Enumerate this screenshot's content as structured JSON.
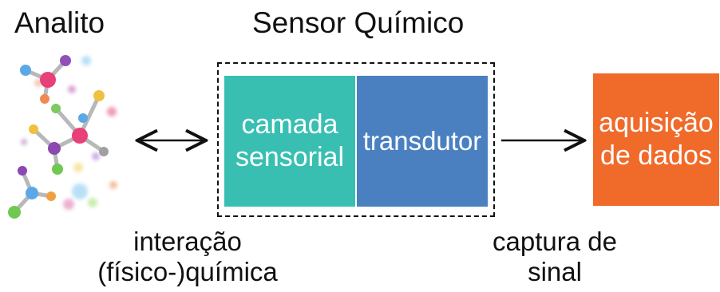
{
  "titles": {
    "analyte": "Analito",
    "sensor": "Sensor Químico"
  },
  "boxes": {
    "sensing_layer": [
      "camada",
      "sensorial"
    ],
    "transducer": "transdutor",
    "acquisition": [
      "aquisição",
      "de dados"
    ]
  },
  "labels": {
    "interaction": [
      "interação",
      "(físico-)química"
    ],
    "capture": [
      "captura de",
      "sinal"
    ]
  },
  "colors": {
    "sensing_layer": "#38bfb2",
    "transducer": "#4a80c0",
    "acquisition": "#f06a2a",
    "text_dark": "#111111",
    "text_light": "#ffffff"
  },
  "icons": {
    "analyte_illustration": "molecule-cluster",
    "interaction_arrow": "double-headed-arrow",
    "signal_arrow": "right-arrow"
  }
}
